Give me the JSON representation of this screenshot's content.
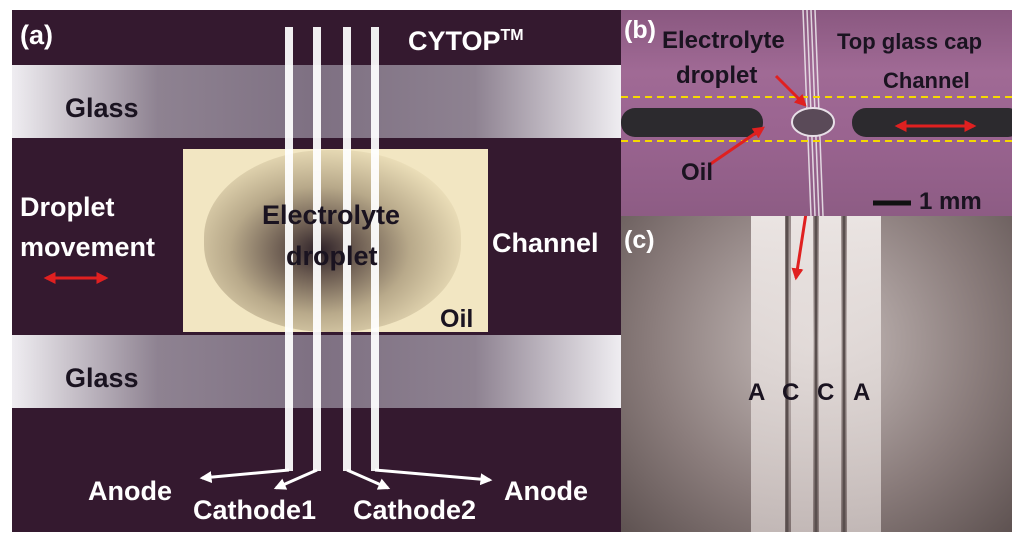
{
  "panel_a": {
    "label": "(a)",
    "cytop": "CYTOP",
    "cytop_sup": "TM",
    "glass_top": "Glass",
    "glass_bottom": "Glass",
    "droplet_movement_line1": "Droplet",
    "droplet_movement_line2": "movement",
    "electrolyte_line1": "Electrolyte",
    "electrolyte_line2": "droplet",
    "channel": "Channel",
    "oil": "Oil",
    "anode_left": "Anode",
    "cathode1": "Cathode1",
    "cathode2": "Cathode2",
    "anode_right": "Anode"
  },
  "panel_b": {
    "label": "(b)",
    "electrolyte_line1": "Electrolyte",
    "electrolyte_line2": "droplet",
    "top_glass_cap": "Top glass cap",
    "channel": "Channel",
    "oil": "Oil",
    "scale": "1 mm"
  },
  "panel_c": {
    "label": "(c)",
    "electrode_letters": [
      "A",
      "C",
      "C",
      "A"
    ]
  },
  "colors": {
    "background": "#34192f",
    "arrow_red": "#e02020",
    "guide_yellow": "#f5d800",
    "oil_fill": "#f2e6c2"
  }
}
